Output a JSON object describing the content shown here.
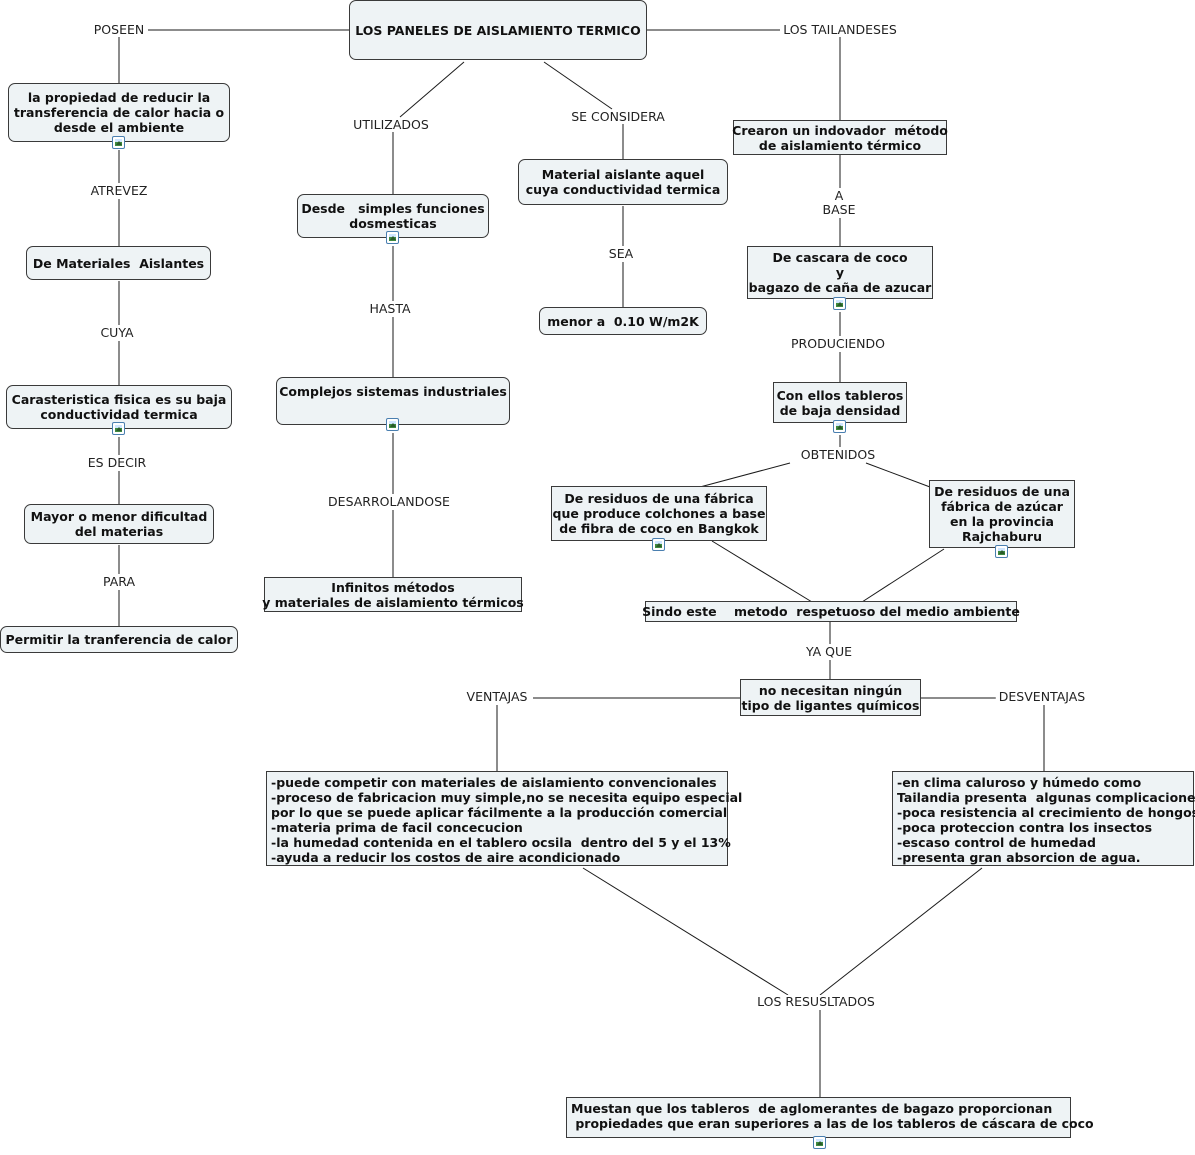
{
  "title": "LOS PANELES DE AISLAMIENTO TERMICO",
  "nodes": {
    "propiedad": "la propiedad de reducir la\ntransferencia de calor hacia o\ndesde el ambiente",
    "materiales": "De Materiales  Aislantes",
    "caracteristica": "Carasteristica fisica es su baja\nconductividad termica",
    "dificultad": "Mayor o menor dificultad\ndel materias",
    "permitir": "Permitir la tranferencia de calor",
    "desde": "Desde   simples funciones\ndosmesticas",
    "complejos": "Complejos sistemas industriales",
    "infinitos": "Infinitos métodos\ny materiales de aislamiento térmicos",
    "material": "Material aislante aquel\ncuya conductividad termica",
    "menor": "menor a  0.10 W/m2K",
    "crearon": "Crearon un indovador  método\nde aislamiento térmico",
    "cascara": "De cascara de coco\ny\nbagazo de caña de azucar",
    "tableros": "Con ellos tableros\nde baja densidad",
    "residuos1": "De residuos de una fábrica\nque produce colchones a base\nde fibra de coco en Bangkok",
    "residuos2": "De residuos de una\nfábrica de azúcar\nen la provincia\nRajchaburu",
    "sindo": "Sindo este    metodo  respetuoso del medio ambiente",
    "ligantes": "no necesitan ningún\ntipo de ligantes químicos",
    "ventajas_box": "-puede competir con materiales de aislamiento convencionales\n-proceso de fabricacion muy simple,no se necesita equipo especial\npor lo que se puede aplicar fácilmente a la producción comercial\n-materia prima de facil concecucion\n-la humedad contenida en el tablero ocsila  dentro del 5 y el 13%\n-ayuda a reducir los costos de aire acondicionado",
    "desventajas_box": "-en clima caluroso y húmedo como\nTailandia presenta  algunas complicaciones\n-poca resistencia al crecimiento de hongos\n-poca proteccion contra los insectos\n-escaso control de humedad\n-presenta gran absorcion de agua.",
    "muestran": "Muestan que los tableros  de aglomerantes de bagazo proporcionan\n propiedades que eran superiores a las de los tableros de cáscara de coco"
  },
  "links": {
    "poseen": "POSEEN",
    "tailandeses": "LOS TAILANDESES",
    "utilizados": "UTILIZADOS",
    "considera": "SE CONSIDERA",
    "atrevez": "ATREVEZ",
    "cuya": "CUYA",
    "es_decir": "ES DECIR",
    "para": "PARA",
    "hasta": "HASTA",
    "desarrolandose": "DESARROLANDOSE",
    "sea": "SEA",
    "a_base": "A\nBASE",
    "produciendo": "PRODUCIENDO",
    "obtenidos": "OBTENIDOS",
    "ya_que": "YA QUE",
    "ventajas": "VENTAJAS",
    "desventajas": "DESVENTAJAS",
    "resultados": "LOS RESUSLTADOS"
  },
  "icons": [
    "image-attachment-icon"
  ]
}
